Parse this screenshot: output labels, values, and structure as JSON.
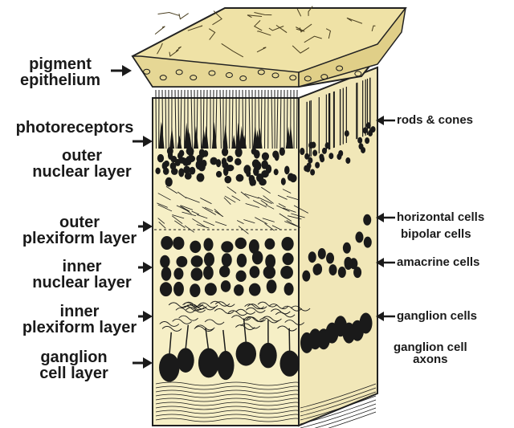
{
  "left_labels": [
    {
      "id": "pigment-epithelium",
      "lines": [
        "pigment",
        "epithelium"
      ]
    },
    {
      "id": "photoreceptors",
      "lines": [
        "photoreceptors"
      ]
    },
    {
      "id": "outer-nuclear-layer",
      "lines": [
        "outer",
        "nuclear layer"
      ]
    },
    {
      "id": "outer-plexiform-layer",
      "lines": [
        "outer",
        "plexiform layer"
      ]
    },
    {
      "id": "inner-nuclear-layer",
      "lines": [
        "inner",
        "nuclear layer"
      ]
    },
    {
      "id": "inner-plexiform-layer",
      "lines": [
        "inner",
        "plexiform layer"
      ]
    },
    {
      "id": "ganglion-cell-layer",
      "lines": [
        "ganglion",
        "cell layer"
      ]
    }
  ],
  "right_labels": [
    {
      "id": "rods-cones",
      "lines": [
        "rods & cones"
      ]
    },
    {
      "id": "horizontal-cells",
      "lines": [
        "horizontal cells"
      ]
    },
    {
      "id": "bipolar-cells",
      "lines": [
        "bipolar cells"
      ]
    },
    {
      "id": "amacrine-cells",
      "lines": [
        "amacrine cells"
      ]
    },
    {
      "id": "ganglion-cells",
      "lines": [
        "ganglion cells"
      ]
    },
    {
      "id": "ganglion-cell-axons",
      "lines": [
        "ganglion cell",
        "axons"
      ]
    }
  ],
  "colors": {
    "tissue": "#f6efc6",
    "tissue_dark": "#e9dca0",
    "ink": "#1a1a1a",
    "epithelium": "#efe2a6"
  }
}
